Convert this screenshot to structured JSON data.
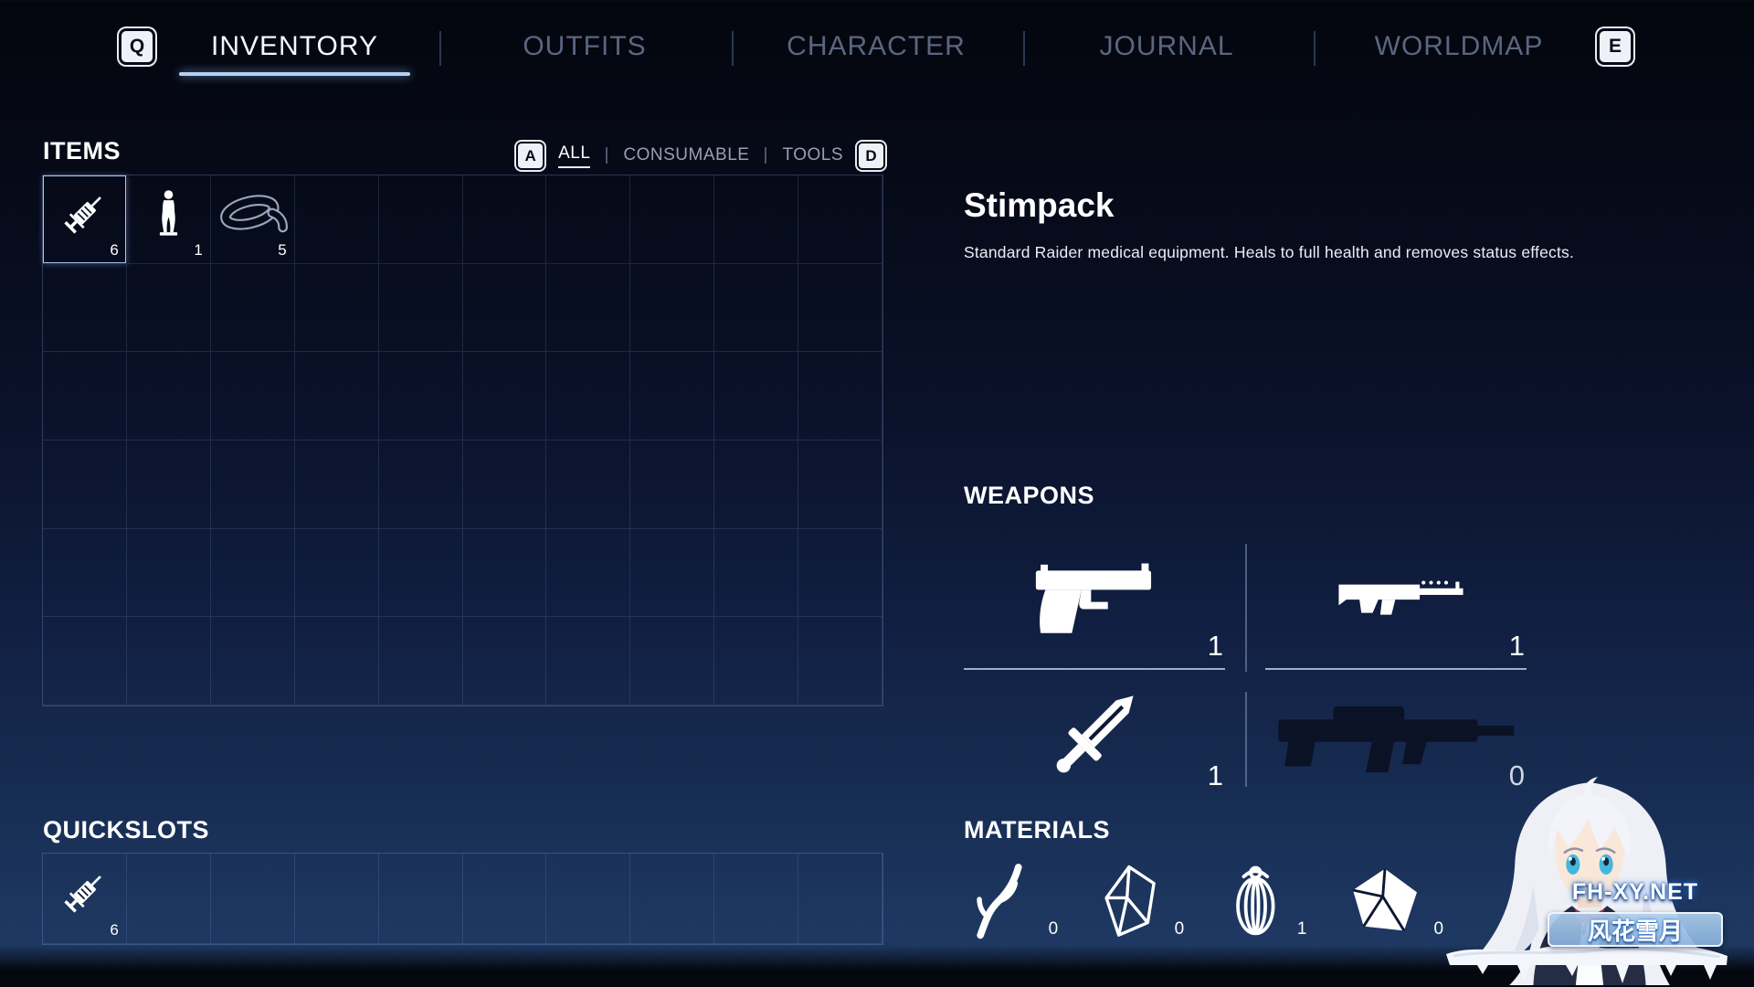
{
  "top_nav": {
    "left_key_hint": "Q",
    "right_key_hint": "E",
    "tabs": [
      {
        "label": "INVENTORY",
        "active": true
      },
      {
        "label": "OUTFITS",
        "active": false
      },
      {
        "label": "CHARACTER",
        "active": false
      },
      {
        "label": "JOURNAL",
        "active": false
      },
      {
        "label": "WORLDMAP",
        "active": false
      }
    ]
  },
  "items_panel": {
    "title": "ITEMS",
    "filter_left_key_hint": "A",
    "filter_right_key_hint": "D",
    "filters": [
      {
        "label": "ALL",
        "active": true
      },
      {
        "label": "CONSUMABLE",
        "active": false
      },
      {
        "label": "TOOLS",
        "active": false
      }
    ],
    "grid": {
      "cols": 10,
      "rows": 6
    },
    "items": [
      {
        "slot": 0,
        "name": "Stimpack",
        "icon": "syringe-icon",
        "count": 6,
        "selected": true
      },
      {
        "slot": 1,
        "name": "Figurine",
        "icon": "figurine-icon",
        "count": 1,
        "selected": false
      },
      {
        "slot": 2,
        "name": "Strap",
        "icon": "strap-icon",
        "count": 5,
        "selected": false
      }
    ]
  },
  "quickslots": {
    "title": "QUICKSLOTS",
    "grid": {
      "cols": 10,
      "rows": 1
    },
    "items": [
      {
        "slot": 0,
        "name": "Stimpack",
        "icon": "syringe-icon",
        "count": 6,
        "selected": false
      }
    ]
  },
  "detail": {
    "title": "Stimpack",
    "description": "Standard Raider medical equipment. Heals to full health and removes status effects."
  },
  "weapons": {
    "title": "WEAPONS",
    "entries": [
      {
        "name": "pistol",
        "icon": "pistol-icon",
        "count": 1,
        "owned": true
      },
      {
        "name": "rifle",
        "icon": "rifle-icon",
        "count": 1,
        "owned": true
      },
      {
        "name": "sword",
        "icon": "sword-icon",
        "count": 1,
        "owned": true
      },
      {
        "name": "heavy-rifle",
        "icon": "heavy-rifle-icon",
        "count": 0,
        "owned": false
      }
    ]
  },
  "materials": {
    "title": "MATERIALS",
    "entries": [
      {
        "name": "branch",
        "icon": "branch-icon",
        "count": 0
      },
      {
        "name": "crystal",
        "icon": "crystal-icon",
        "count": 0
      },
      {
        "name": "rope",
        "icon": "rope-icon",
        "count": 1
      },
      {
        "name": "scrap",
        "icon": "scrap-icon",
        "count": 0
      }
    ]
  },
  "watermark": {
    "line1": "FH-XY.NET",
    "line2": "风花雪月"
  },
  "colors": {
    "tab_underline": "#b6d2f2",
    "selection": "#a9c7ef",
    "background_top": "#04060d",
    "background_bottom": "#1f3a65"
  }
}
